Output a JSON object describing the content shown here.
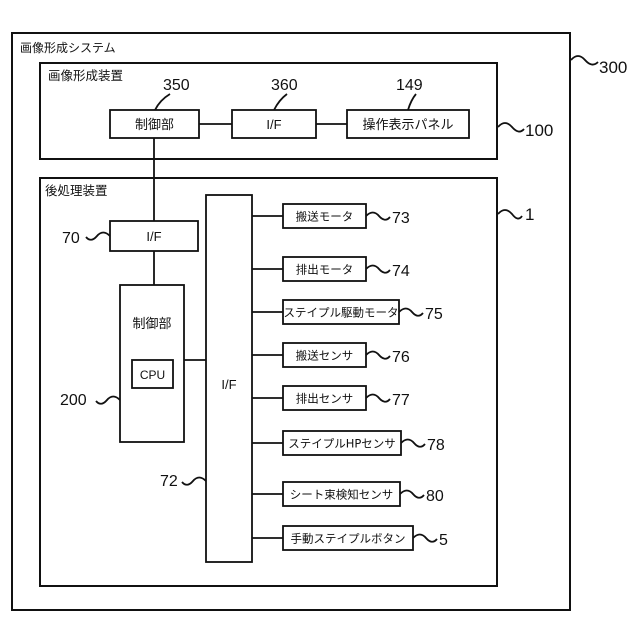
{
  "system": {
    "title": "画像形成システム",
    "ref": "300"
  },
  "image_forming_apparatus": {
    "title": "画像形成装置",
    "ref": "100",
    "control": {
      "label": "制御部",
      "ref": "350"
    },
    "interface": {
      "label": "I/F",
      "ref": "360"
    },
    "panel": {
      "label": "操作表示パネル",
      "ref": "149"
    }
  },
  "post_processing_apparatus": {
    "title": "後処理装置",
    "ref": "1",
    "interface_top": {
      "label": "I/F",
      "ref": "70"
    },
    "control": {
      "label": "制御部",
      "ref": "200",
      "cpu": "CPU"
    },
    "interface_main": {
      "label": "I/F",
      "ref": "72"
    },
    "devices": [
      {
        "label": "搬送モータ",
        "ref": "73"
      },
      {
        "label": "排出モータ",
        "ref": "74"
      },
      {
        "label": "ステイプル駆動モータ",
        "ref": "75"
      },
      {
        "label": "搬送センサ",
        "ref": "76"
      },
      {
        "label": "排出センサ",
        "ref": "77"
      },
      {
        "label": "ステイプルHPセンサ",
        "ref": "78"
      },
      {
        "label": "シート束検知センサ",
        "ref": "80"
      },
      {
        "label": "手動ステイプルボタン",
        "ref": "5"
      }
    ]
  }
}
